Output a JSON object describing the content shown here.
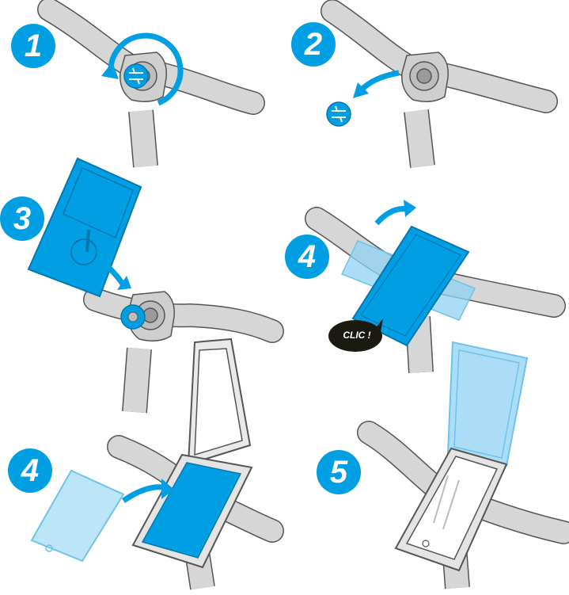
{
  "steps": [
    {
      "label": "1"
    },
    {
      "label": "2"
    },
    {
      "label": "3"
    },
    {
      "label": "4"
    },
    {
      "label": "4"
    },
    {
      "label": "5"
    }
  ],
  "callout": {
    "text": "CLIC !"
  },
  "colors": {
    "accent": "#009fe3",
    "accent_light": "#8fd3f3",
    "handlebar": "#d6d6d6",
    "outline": "#555555",
    "callout_bg": "#1a1a12"
  }
}
